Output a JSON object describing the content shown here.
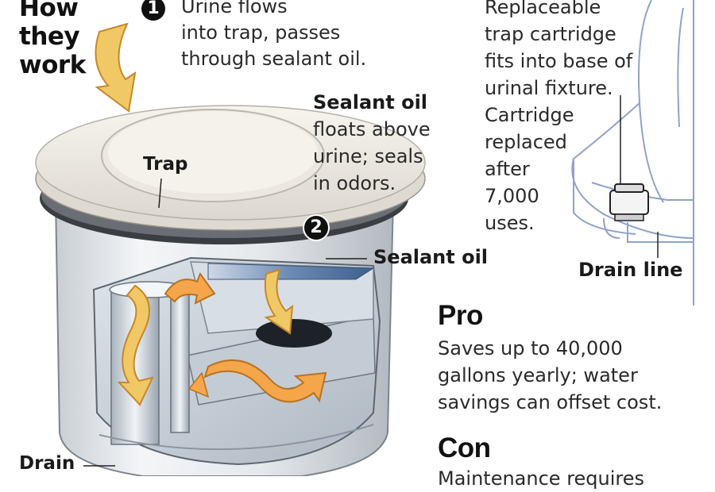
{
  "header": {
    "title_line1": "How",
    "title_line2": "they",
    "title_line3": "work"
  },
  "steps": {
    "step1_number": "1",
    "step1_line1": "Urine flows",
    "step1_line2": "into trap, passes",
    "step1_line3": "through sealant oil.",
    "step2_number": "2"
  },
  "callouts": {
    "sealant_title": "Sealant oil",
    "sealant_line1": "floats above",
    "sealant_line2": "urine; seals",
    "sealant_line3": "in odors.",
    "trap_label": "Trap",
    "sealant_oil_label": "Sealant oil",
    "drain_label": "Drain"
  },
  "fixture": {
    "line1": "Replaceable",
    "line2": "trap cartridge",
    "line3": "fits into base of",
    "line4": "urinal fixture.",
    "line5": "Cartridge",
    "line6": "replaced",
    "line7": "after",
    "line8": "7,000",
    "line9": "uses.",
    "drain_line_label": "Drain line"
  },
  "pro": {
    "heading": "Pro",
    "line1": "Saves up to 40,000",
    "line2": "gallons  yearly; water",
    "line3": "savings can offset cost."
  },
  "con": {
    "heading": "Con",
    "line1": "Maintenance requires"
  },
  "colors": {
    "arrow_orange": "#f5a64a",
    "arrow_yellow": "#f1c866",
    "oil_blue": "#5f7fa8",
    "urinal_outline": "#8fa3c9"
  }
}
